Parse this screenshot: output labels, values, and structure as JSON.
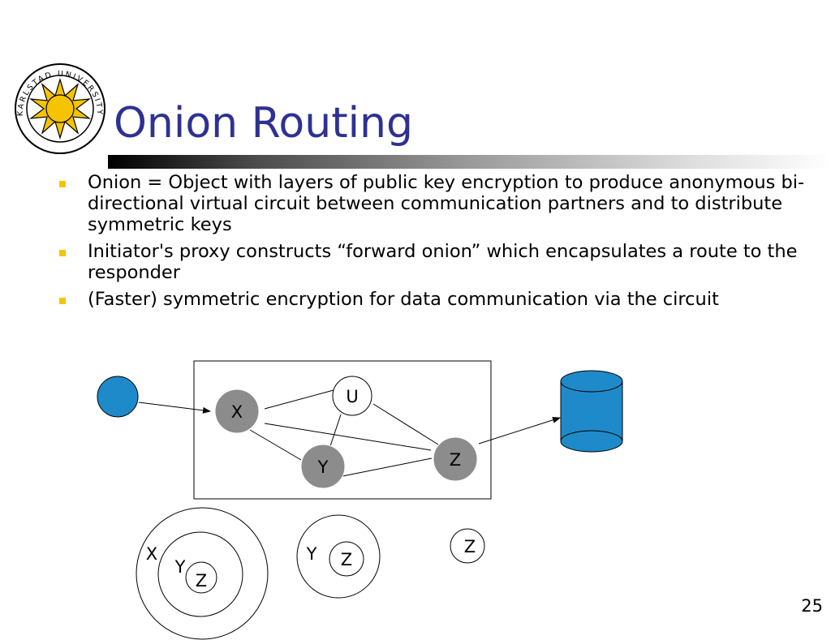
{
  "slide": {
    "title": "Onion Routing",
    "page_number": "25",
    "logo_text": "KARLSTAD UNIVERSITY"
  },
  "bullets": [
    "Onion = Object with layers of public key encryption to produce anonymous bi-directional virtual circuit between communication partners and  to distribute symmetric keys",
    "Initiator's proxy constructs “forward onion” which encapsulates a route to the responder",
    "(Faster) symmetric encryption for data communication via the circuit"
  ],
  "network": {
    "nodes": {
      "x": "X",
      "u": "U",
      "y": "Y",
      "z": "Z"
    }
  },
  "onions": {
    "three_layer": {
      "outer": "X",
      "middle": "Y",
      "inner": "Z"
    },
    "two_layer": {
      "outer": "Y",
      "inner": "Z"
    },
    "one_layer": {
      "inner": "Z"
    }
  },
  "colors": {
    "title": "#2e3192",
    "bullet_marker": "#f5c400",
    "endpoint": "#1f8ac9",
    "router_node": "#8c8c8c",
    "sun": "#f5c400"
  }
}
